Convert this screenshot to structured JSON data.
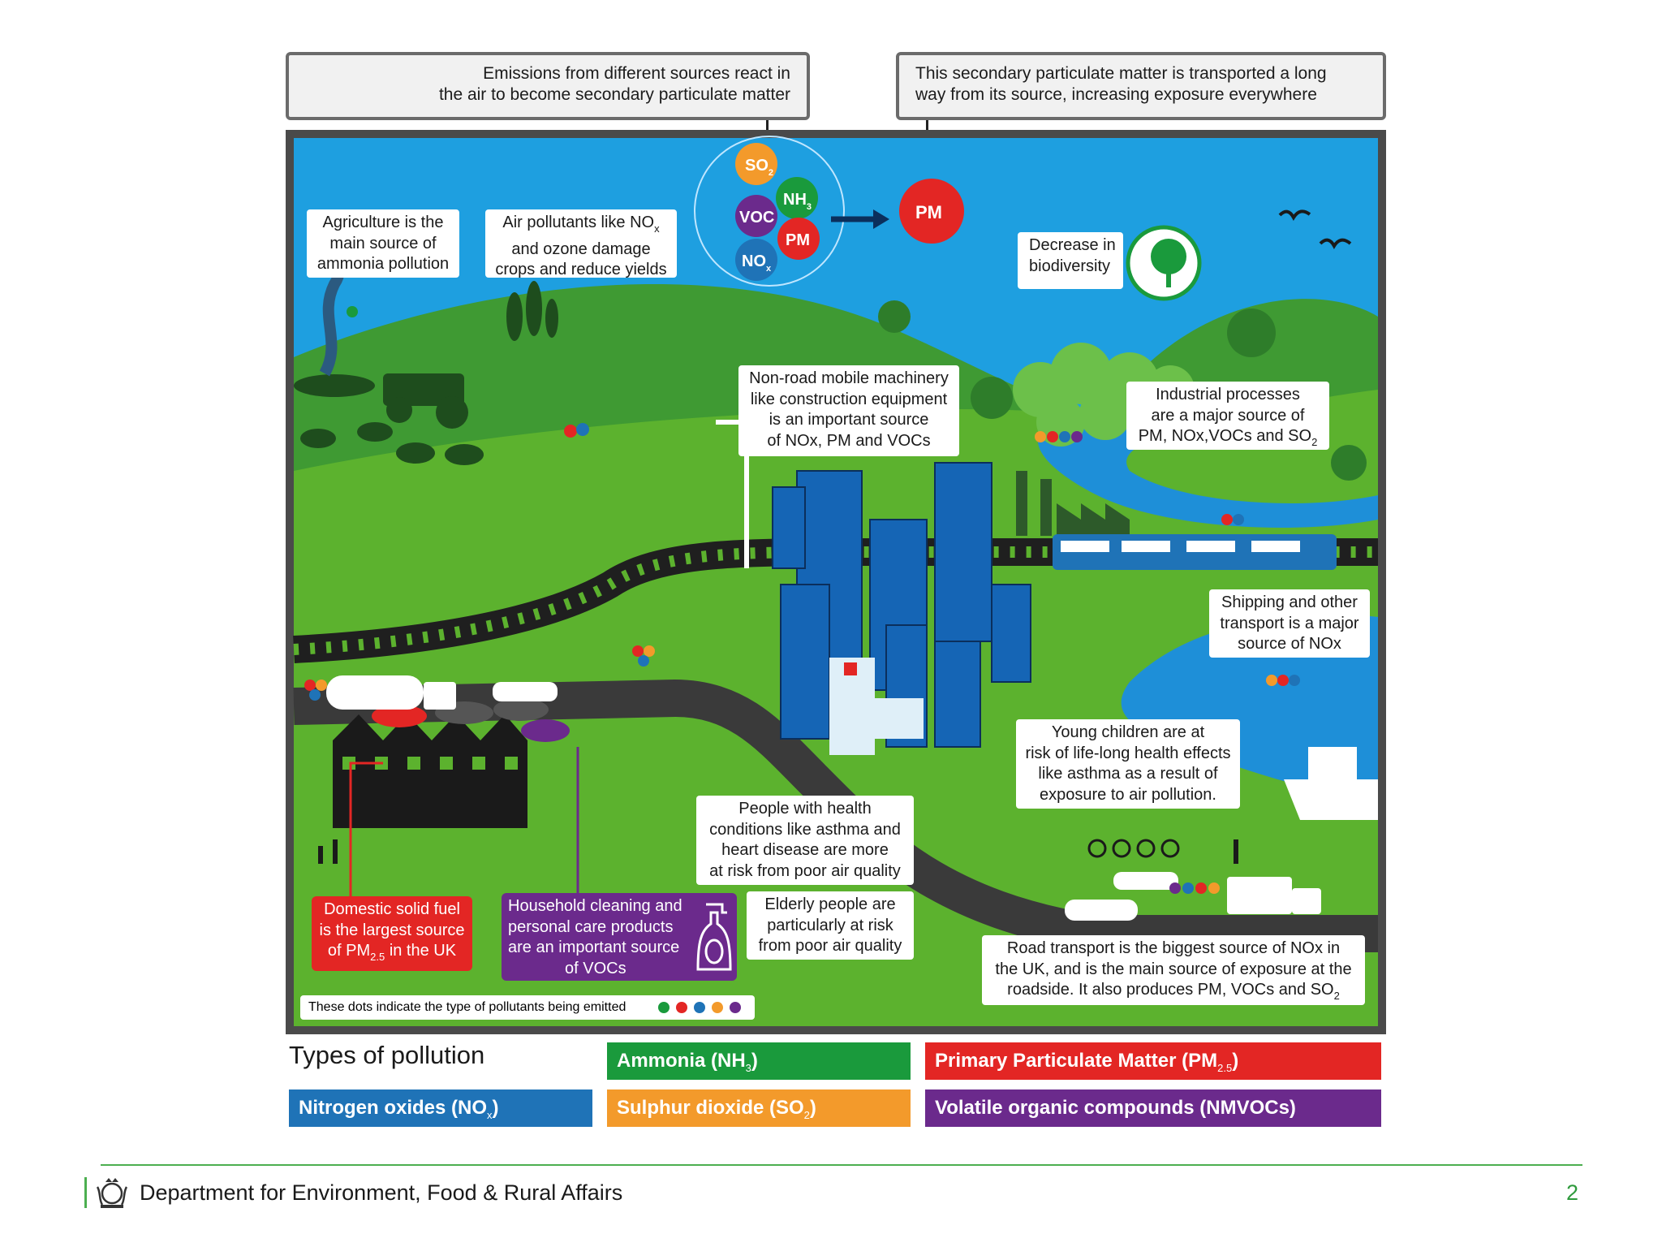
{
  "top_notes": {
    "left": [
      "Emissions from different sources react in",
      "the air to become secondary particulate matter"
    ],
    "right": [
      "This secondary particulate matter is transported a long",
      "way from its source, increasing exposure everywhere"
    ]
  },
  "bubbles": {
    "so2": "SO",
    "so2_sub": "2",
    "nh3": "NH",
    "nh3_sub": "3",
    "voc": "VOC",
    "pm": "PM",
    "nox": "NO",
    "nox_sub": "x",
    "pm_big": "PM"
  },
  "callouts": {
    "agriculture": [
      "Agriculture is the",
      "main source of",
      "ammonia pollution"
    ],
    "crops": [
      "Air pollutants like NO",
      "and ozone damage",
      "crops and reduce yields"
    ],
    "crops_sub": "x",
    "biodiversity": [
      "Decrease in",
      "biodiversity"
    ],
    "machinery": [
      "Non-road mobile machinery",
      "like construction equipment",
      "is an important source",
      "of NOx, PM and VOCs"
    ],
    "industrial": [
      "Industrial processes",
      "are a major source of",
      "PM, NOx,VOCs and SO"
    ],
    "industrial_sub": "2",
    "shipping": [
      "Shipping and other",
      "transport is a major",
      "source of NOx"
    ],
    "children": [
      "Young children are at",
      "risk of life-long health effects",
      "like asthma as a result of",
      "exposure to air pollution."
    ],
    "health": [
      "People with health",
      "conditions like asthma and",
      "heart disease are more",
      "at risk from poor air quality"
    ],
    "elderly": [
      "Elderly people are",
      "particularly at risk",
      "from poor air quality"
    ],
    "domestic": [
      "Domestic solid fuel",
      "is the largest source",
      "of PM",
      "in the UK"
    ],
    "domestic_sub": "2.5",
    "household": [
      "Household cleaning and",
      "personal care products",
      "are an important source",
      "of VOCs"
    ],
    "road": [
      "Road transport is the biggest source of NOx in",
      "the UK, and is the main source of exposure at the",
      "roadside. It also produces PM, VOCs and SO"
    ],
    "road_sub": "2",
    "dots_note": "These dots indicate the type of pollutants being emitted"
  },
  "legend": {
    "title": "Types of pollution",
    "items": [
      {
        "label": "Ammonia (NH",
        "sub": "3",
        "close": ")",
        "color": "#1a9a3c"
      },
      {
        "label": "Primary Particulate Matter (PM",
        "sub": "2.5",
        "close": ")",
        "color": "#e32624"
      },
      {
        "label": "Nitrogen oxides (NO",
        "sub": "x",
        "close": ")",
        "color": "#1f73b7"
      },
      {
        "label": "Sulphur dioxide (SO",
        "sub": "2",
        "close": ")",
        "color": "#f39a2b"
      },
      {
        "label": "Volatile organic compounds (NMVOCs)",
        "sub": "",
        "close": "",
        "color": "#6b2a8c"
      }
    ]
  },
  "footer": {
    "department": "Department for Environment, Food & Rural Affairs",
    "page_number": "2",
    "logo": "royal-crest-icon"
  },
  "colors": {
    "sky": "#1e9fe0",
    "grass": "#5cb22e",
    "hill": "#3f9a33",
    "building": "#1565b5",
    "footer_rule": "#4caf50",
    "page_number": "#2e9a3c"
  }
}
